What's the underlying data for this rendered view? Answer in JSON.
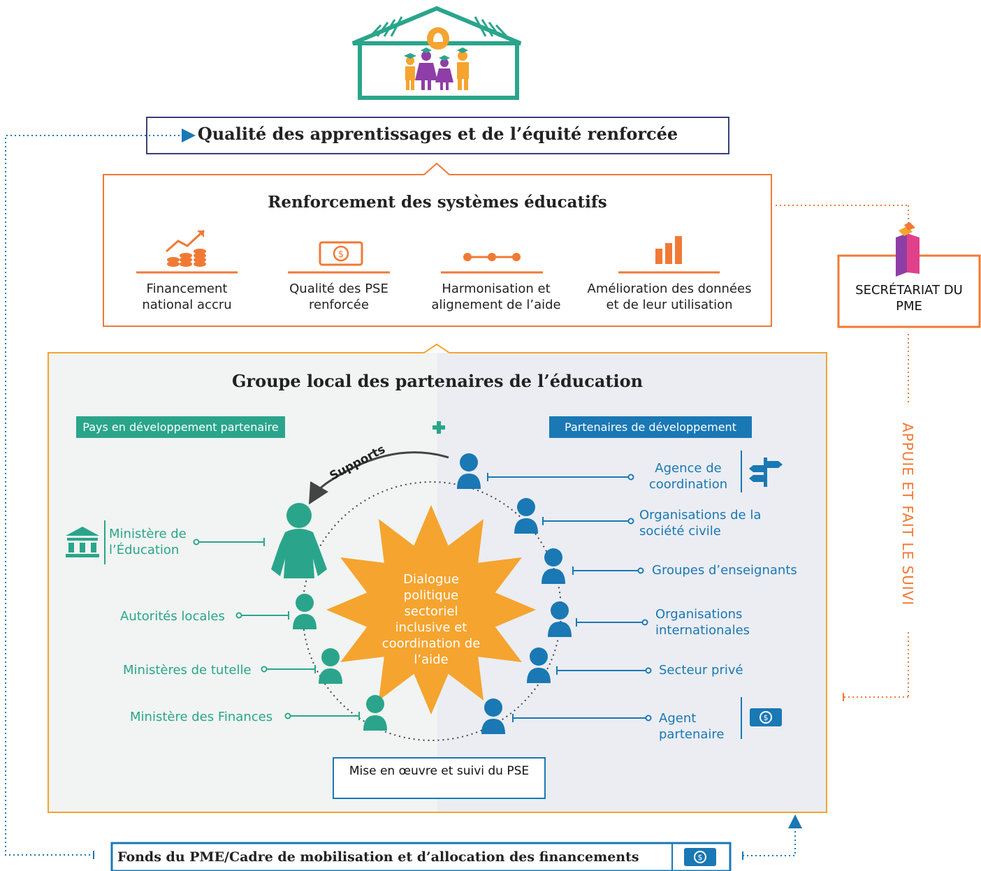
{
  "outcome_title": "Qualité des apprentissages et de l’équité renforcée",
  "systems": {
    "title": "Renforcement des systèmes éducatifs",
    "items": [
      {
        "icon": "financing-growth-icon",
        "label": "Financement national accru"
      },
      {
        "icon": "banknote-icon",
        "label": "Qualité des PSE renforcée"
      },
      {
        "icon": "linked-dots-icon",
        "label": "Harmonisation et alignement de l’aide"
      },
      {
        "icon": "bar-chart-icon",
        "label": "Amélioration des données et de leur utilisation"
      }
    ]
  },
  "secretariat": {
    "label": "SECRÉTARIAT DU PME",
    "icon": "book-icon"
  },
  "vertical_label": "APPUIE ET FAIT LE SUIVI",
  "group": {
    "title": "Groupe local des partenaires de l’éducation",
    "left_header": "Pays en développement partenaire",
    "right_header": "Partenaires de développement",
    "plus": "+",
    "supports": "Supports",
    "center_text": "Dialogue politique sectoriel inclusive et coordination de l’aide",
    "implementation": "Mise en œuvre et suivi du PSE",
    "left_actors": [
      {
        "label": "Ministère de l’Éducation",
        "icon": "ministry-building-icon"
      },
      {
        "label": "Autorités locales"
      },
      {
        "label": "Ministères de tutelle"
      },
      {
        "label": "Ministère des Finances"
      }
    ],
    "right_actors": [
      {
        "label": "Agence de coordination",
        "icon": "signpost-icon"
      },
      {
        "label": "Organisations de la société civile"
      },
      {
        "label": "Groupes d’enseignants"
      },
      {
        "label": "Organisations internationales"
      },
      {
        "label": "Secteur privé"
      },
      {
        "label": "Agent partenaire",
        "icon": "banknote-icon"
      }
    ]
  },
  "funds": {
    "label": "Fonds du PME/Cadre de mobilisation et d’allocation des financements",
    "icon": "banknote-icon"
  },
  "colors": {
    "teal": "#2aa58b",
    "blue": "#1a78b4",
    "orange": "#f07a35",
    "gold": "#f5a42f",
    "purple": "#8e3ea6",
    "navy": "#3a3e7a"
  }
}
